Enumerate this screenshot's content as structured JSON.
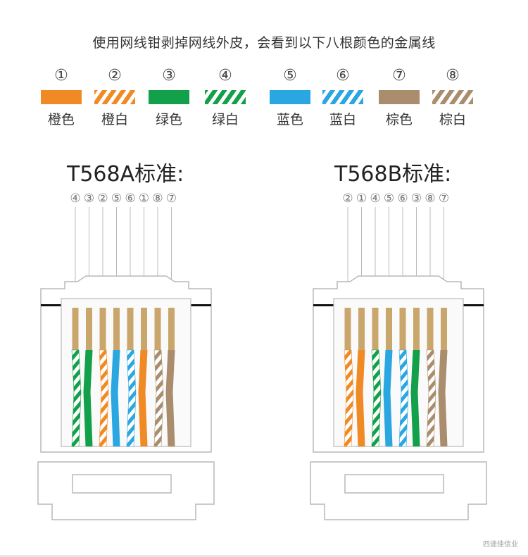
{
  "title": "使用网线钳剥掉网线外皮，会看到以下八根颜色的金属线",
  "colors": {
    "orange": "#f08a24",
    "green": "#13a04a",
    "blue": "#2aa6e1",
    "brown": "#a98d6c",
    "copper": "#c9a66b"
  },
  "wires": [
    {
      "num": "①",
      "name": "橙色",
      "color": "orange",
      "striped": false
    },
    {
      "num": "②",
      "name": "橙白",
      "color": "orange",
      "striped": true
    },
    {
      "num": "③",
      "name": "绿色",
      "color": "green",
      "striped": false
    },
    {
      "num": "④",
      "name": "绿白",
      "color": "green",
      "striped": true
    },
    {
      "num": "⑤",
      "name": "蓝色",
      "color": "blue",
      "striped": false
    },
    {
      "num": "⑥",
      "name": "蓝白",
      "color": "blue",
      "striped": true
    },
    {
      "num": "⑦",
      "name": "棕色",
      "color": "brown",
      "striped": false
    },
    {
      "num": "⑧",
      "name": "棕白",
      "color": "brown",
      "striped": true
    }
  ],
  "standards": [
    {
      "title": "T568A标准:",
      "order": [
        "④",
        "③",
        "②",
        "⑤",
        "⑥",
        "①",
        "⑧",
        "⑦"
      ]
    },
    {
      "title": "T568B标准:",
      "order": [
        "②",
        "①",
        "④",
        "⑤",
        "⑥",
        "③",
        "⑧",
        "⑦"
      ]
    }
  ],
  "watermark": "四途佳信业"
}
